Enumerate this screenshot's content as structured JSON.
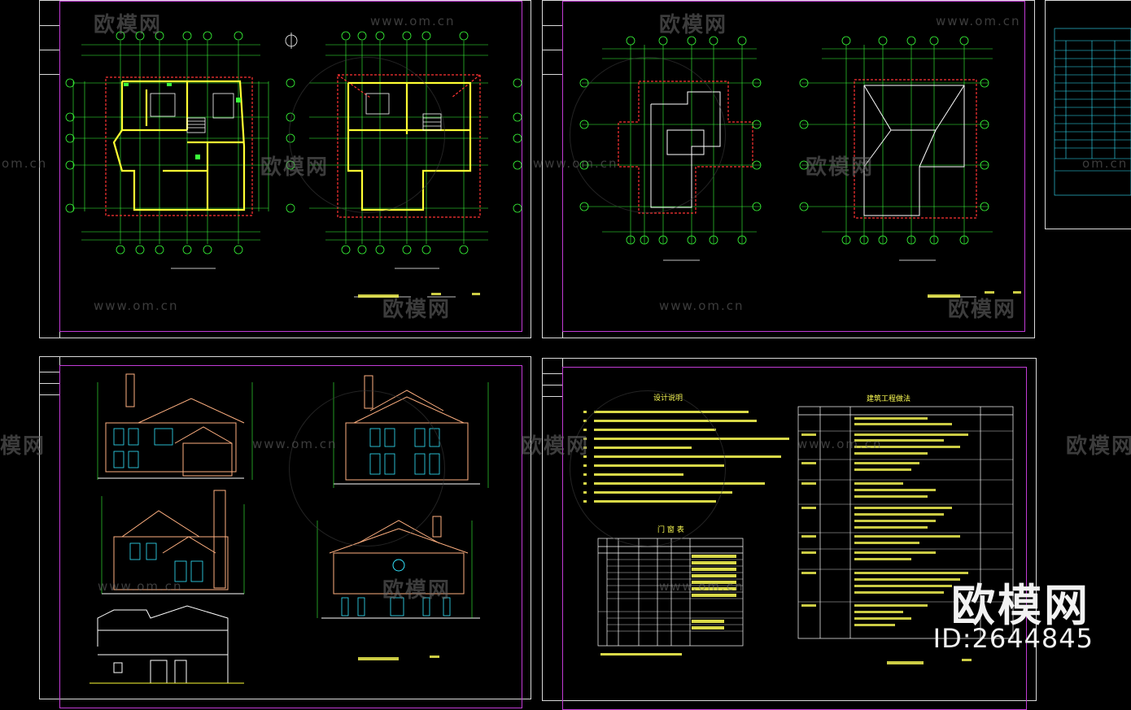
{
  "watermark": {
    "logo": "欧模网",
    "url": "www.om.cn",
    "url_partial": "om.cn",
    "logo_partial": "欧模网"
  },
  "badge": {
    "logo": "欧模网",
    "id": "ID:2644845"
  },
  "sheet4": {
    "design_notes_title": "设计说明",
    "door_window_title": "门 窗 表",
    "construction_title": "建筑工程做法"
  },
  "colors": {
    "background": "#000000",
    "sheet_border": "#d9d9d9",
    "frame": "#c23bd6",
    "axis_green": "#39ff39",
    "wall_yellow": "#ffff33",
    "hatch_red": "#ff3333",
    "elevation_orange": "#ffb080",
    "cyan": "#33e5ff"
  }
}
